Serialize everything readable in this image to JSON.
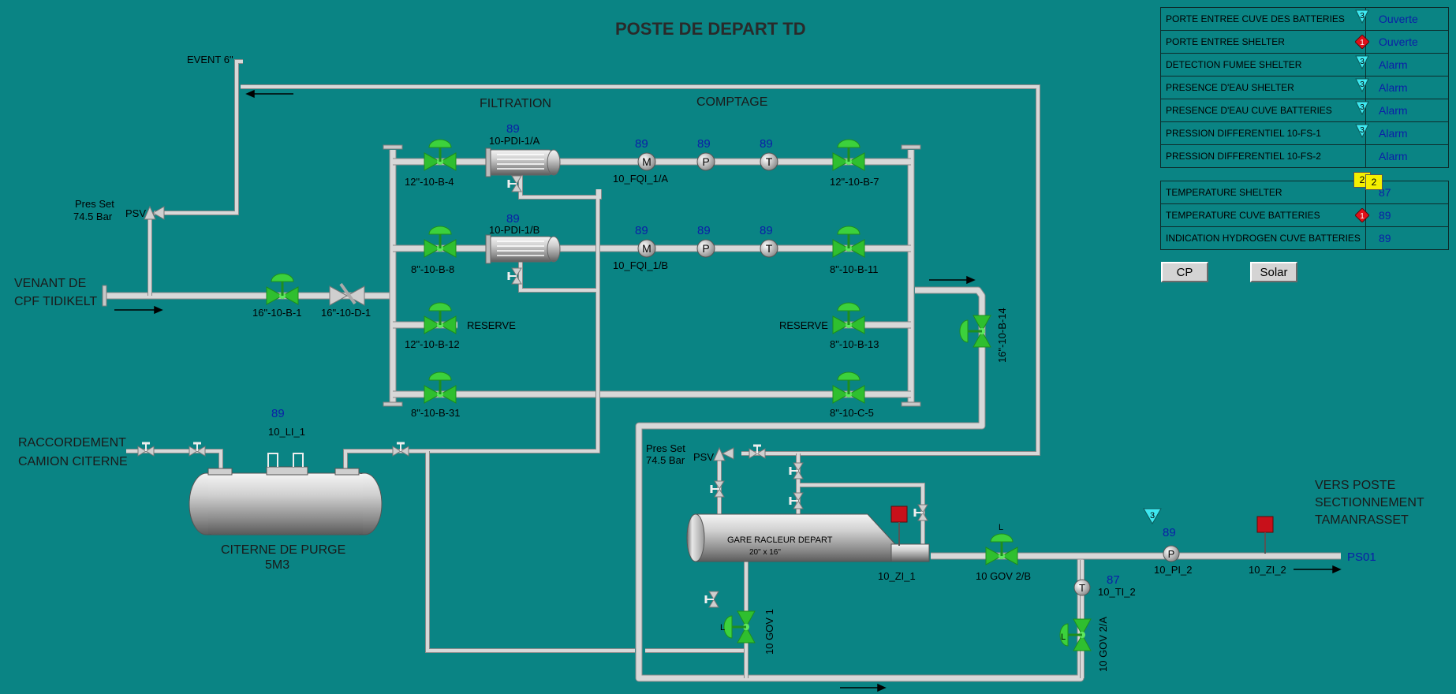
{
  "title": "POSTE DE DEPART TD",
  "labels": {
    "event": "EVENT 6\"",
    "pres_set_1": "Pres Set",
    "pres_set_1_val": "74.5 Bar",
    "psv_1": "PSV",
    "venant_1": "VENANT DE",
    "venant_2": "CPF TIDIKELT",
    "filtration": "FILTRATION",
    "comptage": "COMPTAGE",
    "pdi_a": "10-PDI-1/A",
    "pdi_b": "10-PDI-1/B",
    "pdi_a_val": "89",
    "pdi_b_val": "89",
    "fqi_a": "10_FQI_1/A",
    "fqi_b": "10_FQI_1/B",
    "m_a_val": "89",
    "p_a_val": "89",
    "t_a_val": "89",
    "m_b_val": "89",
    "p_b_val": "89",
    "t_b_val": "89",
    "m": "M",
    "p": "P",
    "t": "T",
    "v_b4": "12\"-10-B-4",
    "v_b7": "12\"-10-B-7",
    "v_b8": "8\"-10-B-8",
    "v_b11": "8\"-10-B-11",
    "v_b12": "12\"-10-B-12",
    "v_b13": "8\"-10-B-13",
    "v_b31": "8\"-10-B-31",
    "v_c5": "8\"-10-C-5",
    "v_b1": "16\"-10-B-1",
    "v_d1": "16\"-10-D-1",
    "v_b14": "16\"-10-B-14",
    "reserve_l": "RESERVE",
    "reserve_r": "RESERVE",
    "raccord_1": "RACCORDEMENT",
    "raccord_2": "CAMION CITERNE",
    "li_val": "89",
    "li": "10_LI_1",
    "citerne_1": "CITERNE DE PURGE",
    "citerne_2": "5M3",
    "pres_set_2": "Pres Set",
    "pres_set_2_val": "74.5 Bar",
    "psv_2": "PSV",
    "gare_1": "GARE RACLEUR DEPART",
    "gare_2": "20\" x 16\"",
    "zi_1": "10_ZI_1",
    "gov_2b": "10 GOV 2/B",
    "gov_2b_l": "L",
    "gov_1": "10 GOV 1",
    "gov_2a": "10 GOV 2/A",
    "gov_l1": "L",
    "gov_l2": "L",
    "ti_val": "87",
    "ti": "10_TI_2",
    "pi_val": "89",
    "pi": "10_PI_2",
    "pi_badge": "3",
    "zi_2": "10_ZI_2",
    "vers_1": "VERS POSTE",
    "vers_2": "SECTIONNEMENT",
    "vers_3": "TAMANRASSET",
    "ps01": "PS01"
  },
  "status_rows": [
    {
      "label": "PORTE ENTREE CUVE DES BATTERIES",
      "value": "Ouverte",
      "badge": "3",
      "badge_type": "triangle"
    },
    {
      "label": "PORTE ENTREE SHELTER",
      "value": "Ouverte",
      "badge": "1",
      "badge_type": "diamond"
    },
    {
      "label": "DETECTION FUMEE SHELTER",
      "value": "Alarm",
      "badge": "3",
      "badge_type": "triangle"
    },
    {
      "label": "PRESENCE D'EAU SHELTER",
      "value": "Alarm",
      "badge": "3",
      "badge_type": "triangle"
    },
    {
      "label": "PRESENCE D'EAU CUVE BATTERIES",
      "value": "Alarm",
      "badge": "3",
      "badge_type": "triangle"
    },
    {
      "label": "PRESSION DIFFERENTIEL 10-FS-1",
      "value": "Alarm",
      "badge": "3",
      "badge_type": "triangle"
    },
    {
      "label": "PRESSION DIFFERENTIEL 10-FS-2",
      "value": "Alarm",
      "badge": "",
      "badge_type": "none"
    }
  ],
  "temp_rows": [
    {
      "label": "TEMPERATURE SHELTER",
      "value": "87",
      "badge": "2",
      "badge_type": "square"
    },
    {
      "label": "TEMPERATURE CUVE BATTERIES",
      "value": "89",
      "badge": "1",
      "badge_type": "diamond"
    },
    {
      "label": "INDICATION HYDROGEN CUVE BATTERIES",
      "value": "89",
      "badge": "",
      "badge_type": "none"
    }
  ],
  "extra_badges": {
    "top_square": "2"
  },
  "buttons": {
    "cp": "CP",
    "solar": "Solar"
  },
  "colors": {
    "background": "#0a8484",
    "pipe": "#d8d8d8",
    "valve": "#3cd13c",
    "value_text": "#0b1fa8",
    "alarm_triangle": "#3ee8f0",
    "alarm_diamond": "#e0101a",
    "alarm_square": "#f5f000",
    "indicator_red": "#c8101a"
  }
}
